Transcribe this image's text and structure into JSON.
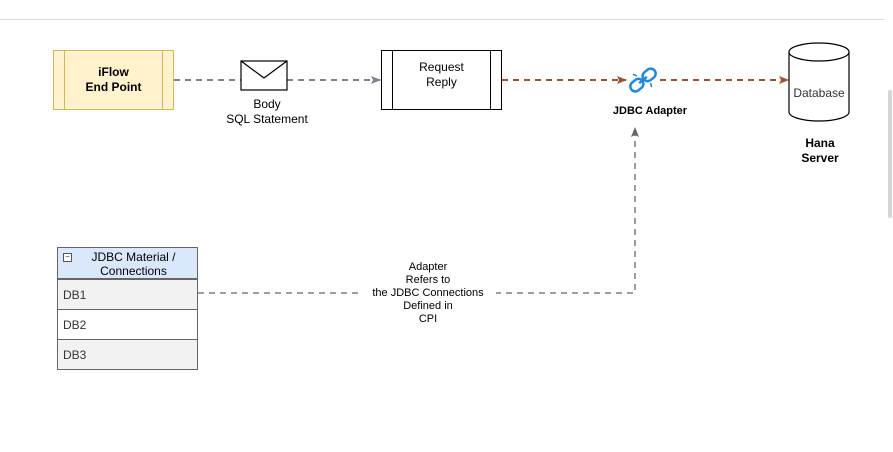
{
  "endpoint": {
    "label": "iFlow\nEnd Point"
  },
  "message": {
    "label": "Body\nSQL Statement"
  },
  "process": {
    "label": "Request\nReply"
  },
  "adapter": {
    "label": "JDBC Adapter"
  },
  "database": {
    "label": "Database",
    "caption": "Hana\nServer"
  },
  "table": {
    "title": "JDBC Material /\nConnections",
    "collapse_symbol": "−",
    "rows": [
      "DB1",
      "DB2",
      "DB3"
    ]
  },
  "relation": {
    "label": "Adapter\nRefers to\nthe JDBC Connections\nDefined in\nCPI"
  },
  "colors": {
    "endpoint_fill": "#fff2cc",
    "endpoint_stroke": "#d6b656",
    "message_arrow": "#8c7b93",
    "adapter_arrow": "#a0522d",
    "reference_arrow": "#666666",
    "adapter_icon": "#1f88e5",
    "table_header": "#dae8fc"
  }
}
